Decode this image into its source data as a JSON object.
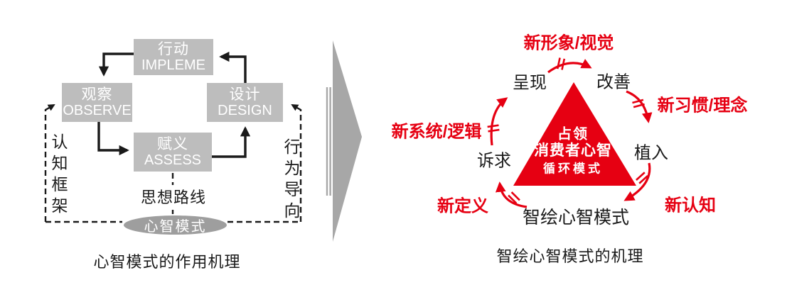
{
  "colors": {
    "red": "#e60012",
    "box_gray": "#bdbdbd",
    "ellipse_gray": "#9e9e9e",
    "arrow_gray": "#a7a7a7",
    "ink": "#1a1a1a"
  },
  "left_diagram": {
    "caption": "心智模式的作用机理",
    "boxes": {
      "implement": {
        "zh": "行动",
        "en": "IMPLEME"
      },
      "observe": {
        "zh": "观察",
        "en": "OBSERVE"
      },
      "design": {
        "zh": "设计",
        "en": "DESIGN"
      },
      "assess": {
        "zh": "赋义",
        "en": "ASSESS"
      }
    },
    "left_rail": "认知框架",
    "right_rail": "行为导向",
    "route": "思想路线",
    "ellipse": "心智模式"
  },
  "right_diagram": {
    "caption": "智绘心智模式的机理",
    "triangle": {
      "line1": "占领",
      "line2": "消费者心智",
      "line3": "循环模式"
    },
    "nodes": {
      "present": "呈现",
      "improve": "改善",
      "implant": "植入",
      "appeal": "诉求",
      "redraw": "智绘心智模式"
    },
    "labels": {
      "image": "新形象/视觉",
      "habit": "新习惯/理念",
      "cognition": "新认知",
      "definition": "新定义",
      "system": "新系统/逻辑"
    }
  }
}
